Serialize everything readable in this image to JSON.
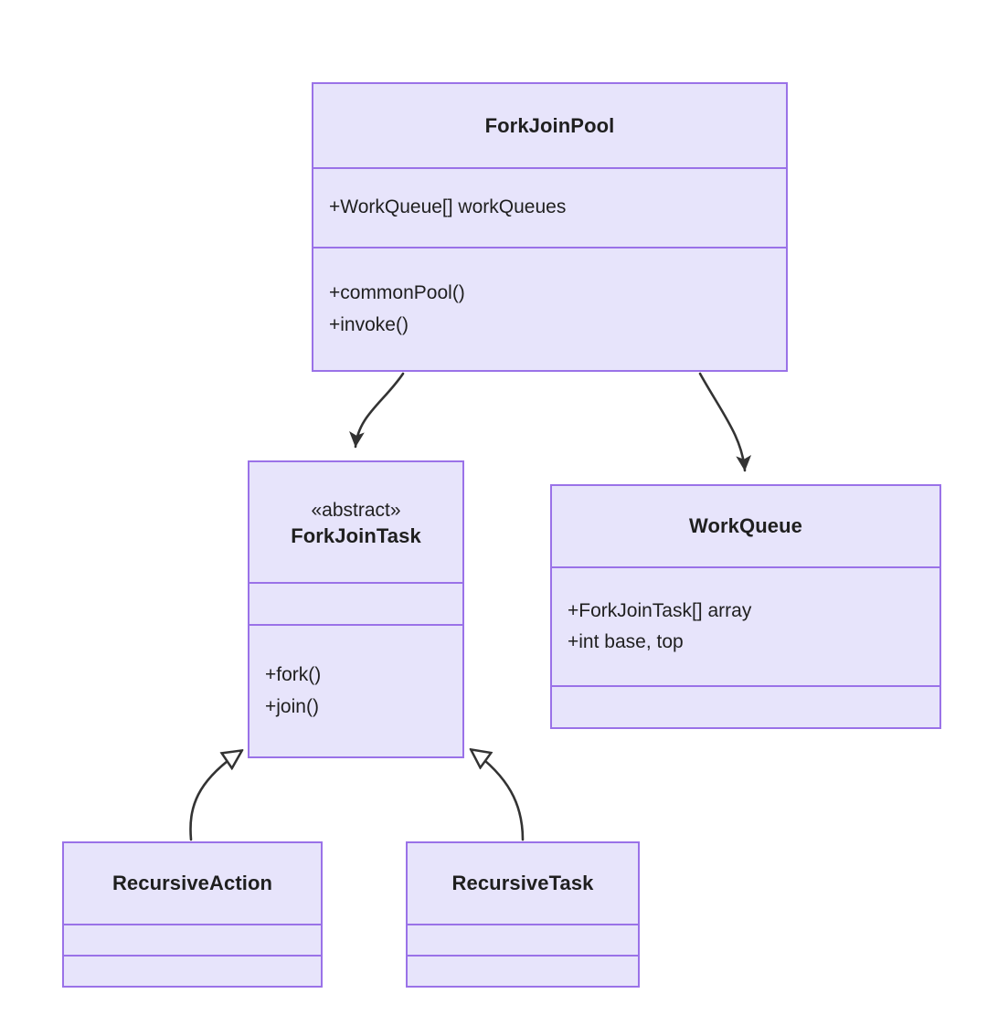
{
  "diagram": {
    "type": "uml-class-diagram",
    "colors": {
      "node_fill": "#e7e4fb",
      "node_border": "#9a72e8",
      "text": "#1f1f1f",
      "edge": "#333333",
      "background": "#ffffff"
    },
    "classes": [
      {
        "id": "forkjoinpool",
        "name": "ForkJoinPool",
        "stereotype": "",
        "attributes": [
          "+WorkQueue[] workQueues"
        ],
        "methods": [
          "+commonPool()",
          "+invoke()"
        ]
      },
      {
        "id": "forkjointask",
        "name": "ForkJoinTask",
        "stereotype": "«abstract»",
        "attributes": [],
        "methods": [
          "+fork()",
          "+join()"
        ]
      },
      {
        "id": "workqueue",
        "name": "WorkQueue",
        "stereotype": "",
        "attributes": [
          "+ForkJoinTask[] array",
          "+int base, top"
        ],
        "methods": []
      },
      {
        "id": "recursiveaction",
        "name": "RecursiveAction",
        "stereotype": "",
        "attributes": [],
        "methods": []
      },
      {
        "id": "recursivetask",
        "name": "RecursiveTask",
        "stereotype": "",
        "attributes": [],
        "methods": []
      }
    ],
    "relationships": [
      {
        "from": "ForkJoinPool",
        "to": "ForkJoinTask",
        "kind": "association",
        "arrowhead": "solid-arrow",
        "label": ""
      },
      {
        "from": "ForkJoinPool",
        "to": "WorkQueue",
        "kind": "association",
        "arrowhead": "solid-arrow",
        "label": ""
      },
      {
        "from": "RecursiveAction",
        "to": "ForkJoinTask",
        "kind": "generalization",
        "arrowhead": "hollow-triangle",
        "label": ""
      },
      {
        "from": "RecursiveTask",
        "to": "ForkJoinTask",
        "kind": "generalization",
        "arrowhead": "hollow-triangle",
        "label": ""
      }
    ]
  }
}
